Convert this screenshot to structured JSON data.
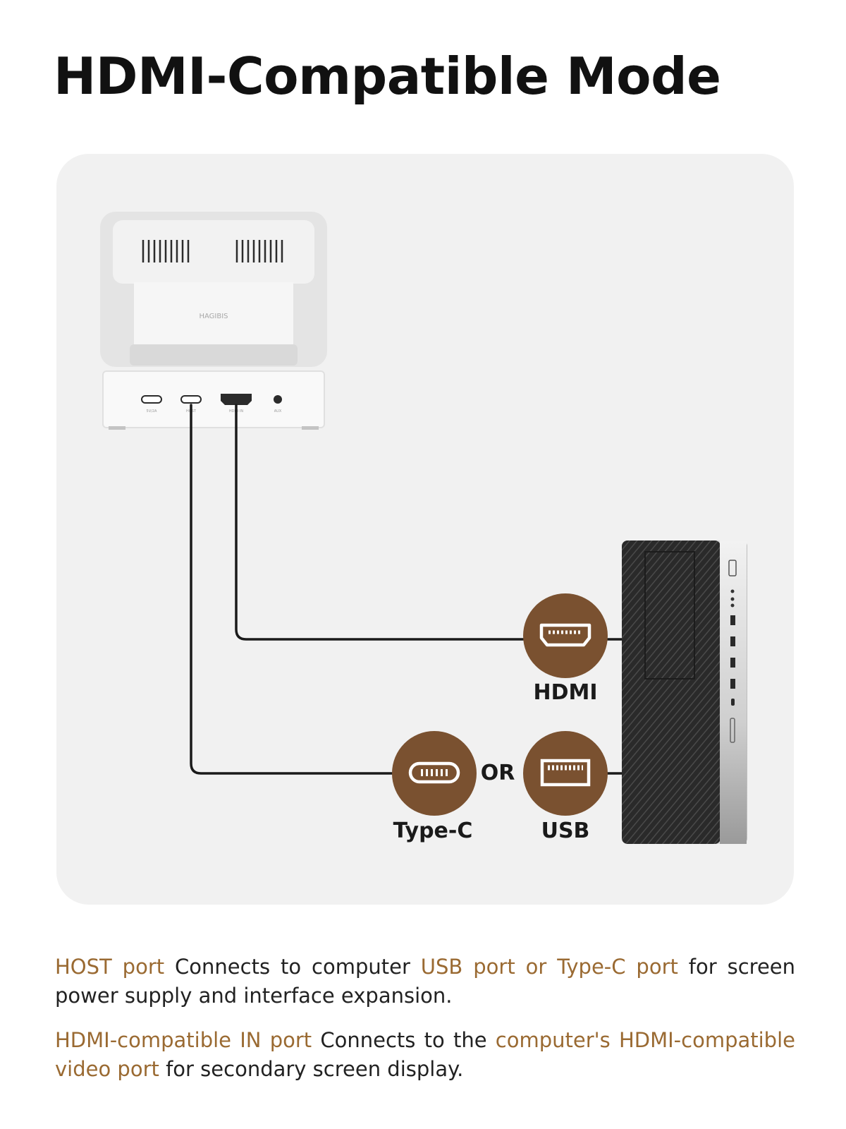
{
  "title": "HDMI-Compatible Mode",
  "device": {
    "brand": "HAGIBIS",
    "port_labels": [
      "5V/2A",
      "HOST",
      "HDMI IN",
      "AUX"
    ]
  },
  "connectors": {
    "hdmi": {
      "label": "HDMI",
      "icon": "hdmi-port-icon"
    },
    "typec": {
      "label": "Type-C",
      "icon": "type-c-port-icon"
    },
    "usb": {
      "label": "USB",
      "icon": "usb-port-icon"
    },
    "or_label": "OR"
  },
  "descriptions": [
    {
      "highlight_1": "HOST port",
      "text_1": " Connects to computer ",
      "highlight_2": "USB port or Type-C port",
      "text_2": " for screen power supply and interface expansion."
    },
    {
      "highlight_1": "HDMI-compatible IN port",
      "text_1": " Connects to the ",
      "highlight_2": "computer's HDMI-compatible video port",
      "text_2": " for secondary screen display."
    }
  ],
  "colors": {
    "accent": "#9a6a32",
    "badge": "#7a5130",
    "panel": "#f1f1f1",
    "cable": "#1a1a1a"
  }
}
